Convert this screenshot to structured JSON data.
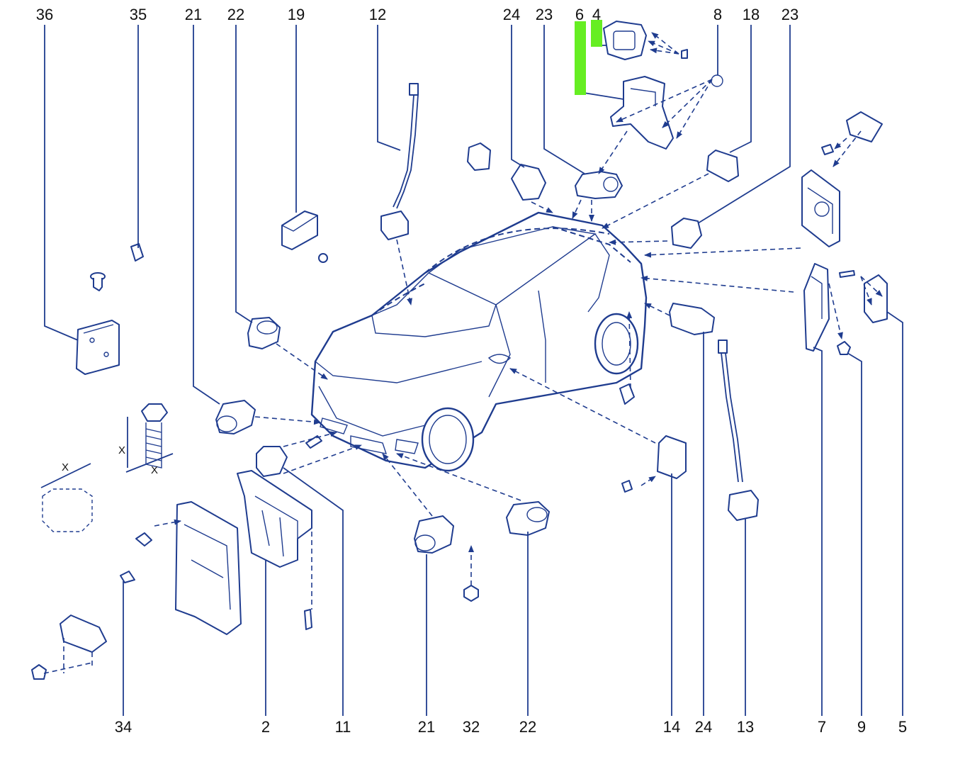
{
  "colors": {
    "line": "#1f3c8f",
    "highlight": "#66ee22",
    "label": "#111111",
    "background": "#ffffff"
  },
  "top_labels": [
    "36",
    "35",
    "21",
    "22",
    "19",
    "12",
    "24",
    "23",
    "6",
    "4",
    "8",
    "18",
    "23"
  ],
  "bottom_labels": [
    "34",
    "2",
    "11",
    "21",
    "32",
    "22",
    "14",
    "24",
    "13",
    "7",
    "9",
    "5"
  ],
  "dimension_labels": [
    "X",
    "X",
    "X"
  ],
  "highlighted_items": [
    "6",
    "4"
  ]
}
